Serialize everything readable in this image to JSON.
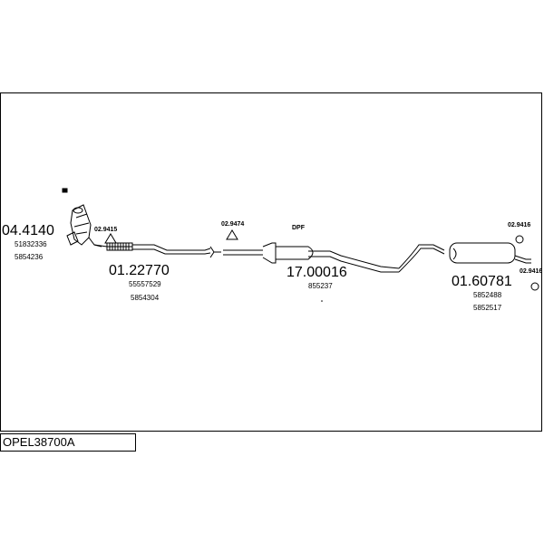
{
  "diagram": {
    "model_code": "OPEL38700A",
    "parts": [
      {
        "id": "part-04-4140",
        "number": "04.4140",
        "refs": [
          "51832336",
          "5854236"
        ]
      },
      {
        "id": "part-02-9415",
        "number": "02.9415",
        "refs": []
      },
      {
        "id": "part-01-22770",
        "number": "01.22770",
        "refs": [
          "55557529",
          "5854304"
        ]
      },
      {
        "id": "part-02-9474",
        "number": "02.9474",
        "refs": []
      },
      {
        "id": "part-17-00016",
        "number": "17.00016",
        "refs": [
          "855237"
        ],
        "note": "DPF"
      },
      {
        "id": "part-02-9416-a",
        "number": "02.9416",
        "refs": []
      },
      {
        "id": "part-01-60781",
        "number": "01.60781",
        "refs": [
          "5852488",
          "5852517"
        ]
      },
      {
        "id": "part-02-9416-b",
        "number": "02.9416",
        "refs": []
      }
    ]
  }
}
